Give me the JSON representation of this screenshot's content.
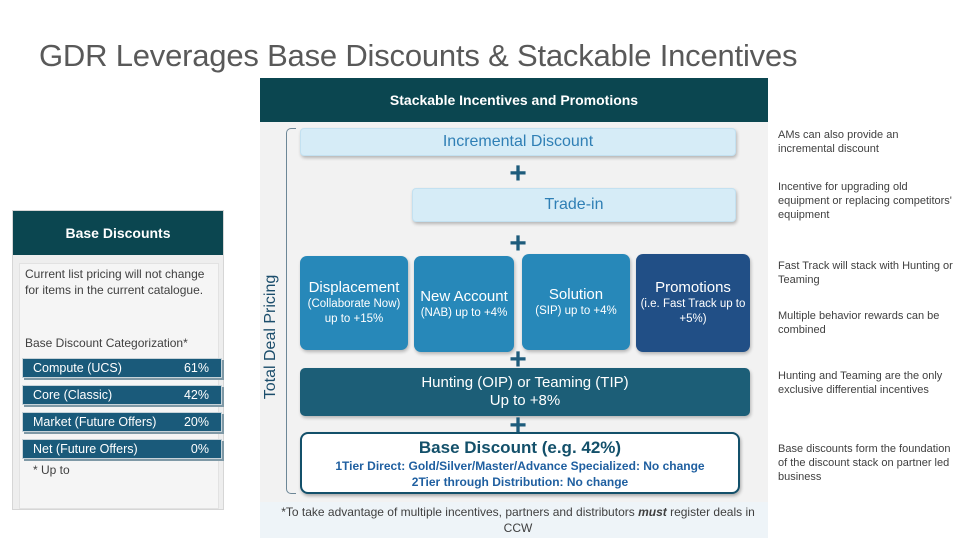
{
  "title": "GDR Leverages Base Discounts & Stackable Incentives",
  "base_discounts": {
    "header": "Base Discounts",
    "description": "Current list pricing will not change for items in the current catalogue.",
    "categorization_label": "Base Discount Categorization*",
    "categories": [
      {
        "name": "Compute (UCS)",
        "value": "61%"
      },
      {
        "name": "Core (Classic)",
        "value": "42%"
      },
      {
        "name": "Market (Future Offers)",
        "value": "20%"
      },
      {
        "name": "Net (Future Offers)",
        "value": "0%"
      }
    ],
    "note": "* Up to"
  },
  "stack": {
    "header": "Stackable Incentives and Promotions",
    "vertical_label": "Total Deal Pricing",
    "incremental": "Incremental Discount",
    "trade_in": "Trade-in",
    "plus": "+",
    "tiles": {
      "displacement": {
        "main": "Displacement",
        "sub": "(Collaborate Now) up to +15%"
      },
      "new_account": {
        "main": "New Account",
        "sub": "(NAB) up to +4%"
      },
      "solution": {
        "main": "Solution",
        "sub": "(SIP) up to +4%"
      },
      "promotions": {
        "main": "Promotions",
        "sub": "(i.e. Fast Track up to +5%)"
      }
    },
    "hunting": {
      "line1": "Hunting (OIP) or Teaming (TIP)",
      "line2": "Up to +8%"
    },
    "base": {
      "title": "Base Discount (e.g. 42%)",
      "line1": "1Tier Direct: Gold/Silver/Master/Advance Specialized: No change",
      "line2": "2Tier through Distribution: No change"
    },
    "footnote_pre": "*To take advantage of multiple incentives, partners and distributors ",
    "footnote_em": "must",
    "footnote_post": " register deals in CCW"
  },
  "notes": [
    "AMs can also provide an incremental discount",
    "Incentive for upgrading old equipment or replacing competitors' equipment",
    "Fast Track will stack with Hunting or Teaming",
    "Multiple behavior rewards can be combined",
    "Hunting and Teaming are the only exclusive differential incentives",
    "Base discounts form the foundation of the discount stack on partner led business"
  ]
}
